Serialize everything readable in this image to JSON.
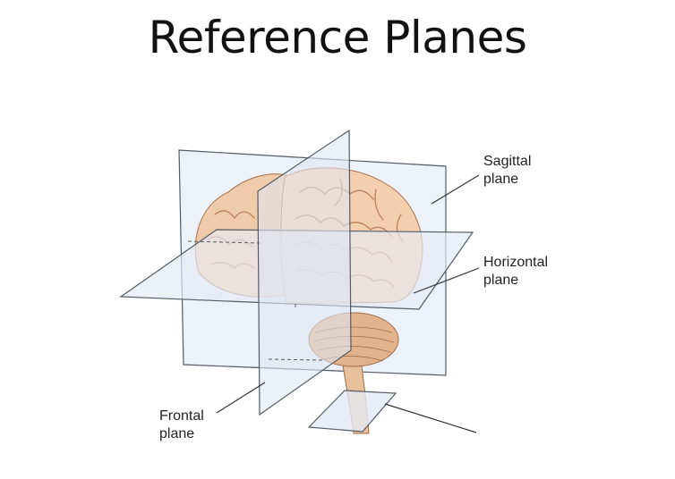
{
  "title": "Reference Planes",
  "labels": {
    "sagittal": [
      "Sagittal",
      "plane"
    ],
    "horizontal": [
      "Horizontal",
      "plane"
    ],
    "frontal": [
      "Frontal",
      "plane"
    ]
  },
  "colors": {
    "plane_fill": "#dfe6f2",
    "plane_edge": "#4d5460",
    "brain": "#f2c9a6",
    "brain_shadow": "#d9a27c",
    "sulci": "#b97f5a"
  }
}
